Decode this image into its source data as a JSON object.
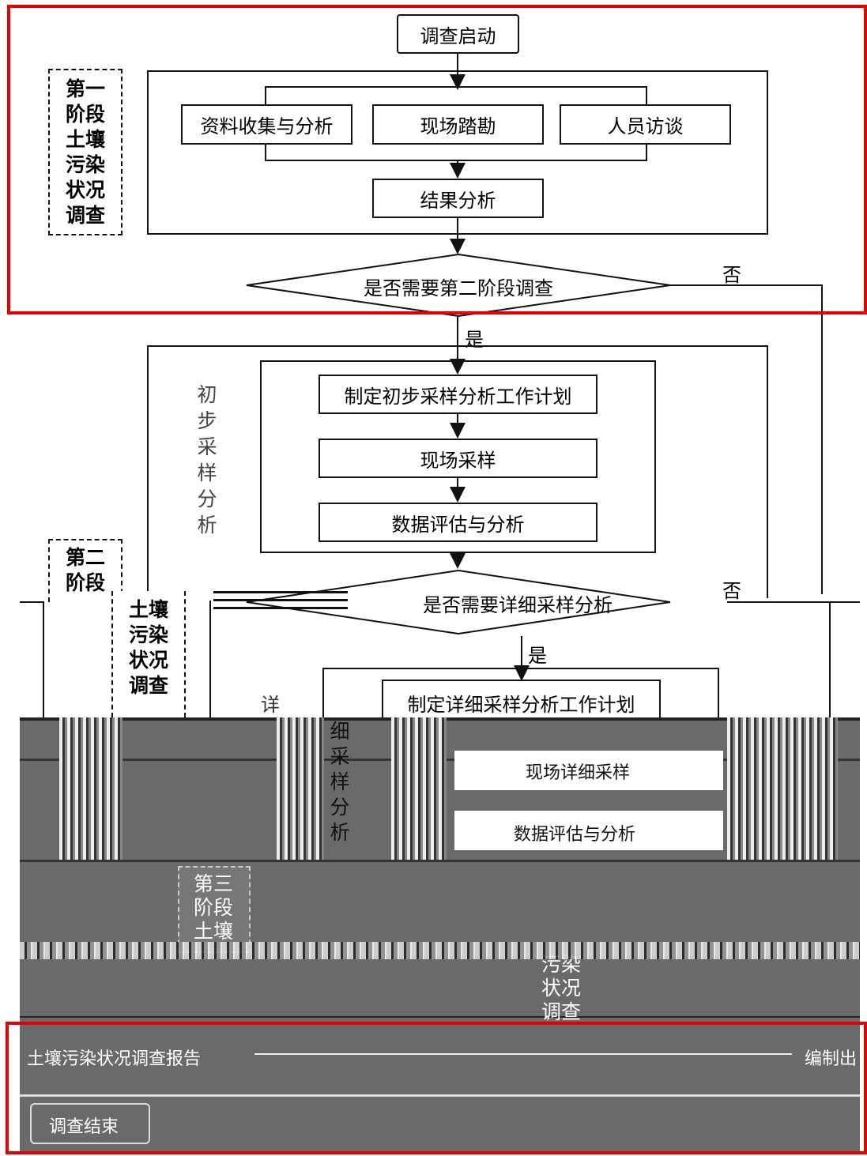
{
  "phase1": {
    "title_chars": [
      "第一",
      "阶段",
      "土壤",
      "污染",
      "状况",
      "调查"
    ],
    "start": "调查启动",
    "steps": [
      "资料收集与分析",
      "现场踏勘",
      "人员访谈"
    ],
    "result": "结果分析",
    "decision": "是否需要第二阶段调查"
  },
  "phase2": {
    "title_chars": [
      "第二",
      "阶段",
      "土壤",
      "污染",
      "状况",
      "调查"
    ],
    "prelim_chars": [
      "初",
      "步",
      "采",
      "样",
      "分",
      "析"
    ],
    "prelim_steps": [
      "制定初步采样分析工作计划",
      "现场采样",
      "数据评估与分析"
    ],
    "decision": "是否需要详细采样分析",
    "detail_chars": [
      "详",
      "细",
      "采",
      "样",
      "分",
      "析"
    ],
    "detail_steps": [
      "制定详细采样分析工作计划",
      "现场详细采样",
      "数据评估与分析"
    ]
  },
  "phase3": {
    "title_chars": [
      "第三",
      "阶段",
      "土壤",
      "污染",
      "状况",
      "调查"
    ]
  },
  "labels": {
    "yes": "是",
    "no": "否"
  },
  "end": {
    "report": "土壤污染状况调查报告",
    "output": "编制出",
    "finish": "调查结束"
  },
  "colors": {
    "highlight": "#e50000",
    "line": "#111111",
    "glitch": "#6a6a6a"
  }
}
